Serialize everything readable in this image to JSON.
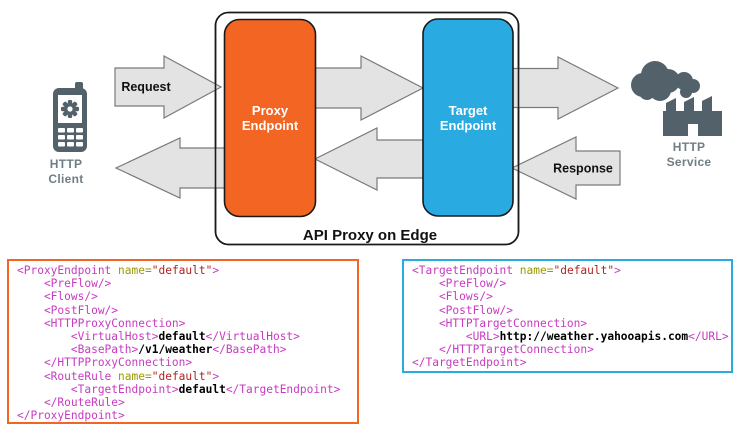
{
  "diagram": {
    "title": "API Proxy on Edge",
    "request_label": "Request",
    "response_label": "Response",
    "proxy_endpoint": {
      "line1": "Proxy",
      "line2": "Endpoint"
    },
    "target_endpoint": {
      "line1": "Target",
      "line2": "Endpoint"
    },
    "http_client": {
      "line1": "HTTP",
      "line2": "Client"
    },
    "http_service": {
      "line1": "HTTP",
      "line2": "Service"
    },
    "icons": {
      "client": "mobile-phone-icon",
      "service": "factory-with-smoke-icon"
    }
  },
  "colors": {
    "proxy_accent": "#F26522",
    "target_accent": "#29ABE2",
    "arrow_fill": "#E3E3E3",
    "arrow_stroke": "#7A7A7A",
    "icon_gray": "#53616B",
    "label_gray": "#6F7D85",
    "code_tag": "#C73BC0",
    "code_attr_name": "#999900",
    "code_string": "#B22222",
    "code_text": "#000000"
  },
  "code_blocks": {
    "proxy_endpoint_xml": {
      "accent_color": "#F26522",
      "lines": [
        [
          [
            "tag",
            "<ProxyEndpoint"
          ],
          [
            "plain",
            " "
          ],
          [
            "attr",
            "name="
          ],
          [
            "str",
            "\"default\""
          ],
          [
            "tag",
            ">"
          ]
        ],
        [
          [
            "tag",
            "    <PreFlow/>"
          ]
        ],
        [
          [
            "tag",
            "    <Flows/>"
          ]
        ],
        [
          [
            "tag",
            "    <PostFlow/>"
          ]
        ],
        [
          [
            "tag",
            "    <HTTPProxyConnection>"
          ]
        ],
        [
          [
            "tag",
            "        <VirtualHost>"
          ],
          [
            "txt",
            "default"
          ],
          [
            "tag",
            "</VirtualHost>"
          ]
        ],
        [
          [
            "tag",
            "        <BasePath>"
          ],
          [
            "txt",
            "/v1/weather"
          ],
          [
            "tag",
            "</BasePath>"
          ]
        ],
        [
          [
            "tag",
            "    </HTTPProxyConnection>"
          ]
        ],
        [
          [
            "tag",
            "    <RouteRule"
          ],
          [
            "plain",
            " "
          ],
          [
            "attr",
            "name="
          ],
          [
            "str",
            "\"default\""
          ],
          [
            "tag",
            ">"
          ]
        ],
        [
          [
            "tag",
            "        <TargetEndpoint>"
          ],
          [
            "txt",
            "default"
          ],
          [
            "tag",
            "</TargetEndpoint>"
          ]
        ],
        [
          [
            "tag",
            "    </RouteRule>"
          ]
        ],
        [
          [
            "tag",
            "</ProxyEndpoint>"
          ]
        ]
      ]
    },
    "target_endpoint_xml": {
      "accent_color": "#29ABE2",
      "lines": [
        [
          [
            "tag",
            "<TargetEndpoint"
          ],
          [
            "plain",
            " "
          ],
          [
            "attr",
            "name="
          ],
          [
            "str",
            "\"default\""
          ],
          [
            "tag",
            ">"
          ]
        ],
        [
          [
            "tag",
            "    <PreFlow/>"
          ]
        ],
        [
          [
            "tag",
            "    <Flows/>"
          ]
        ],
        [
          [
            "tag",
            "    <PostFlow/>"
          ]
        ],
        [
          [
            "tag",
            "    <HTTPTargetConnection>"
          ]
        ],
        [
          [
            "tag",
            "        <URL>"
          ],
          [
            "txt",
            "http://weather.yahooapis.com"
          ],
          [
            "tag",
            "</URL>"
          ]
        ],
        [
          [
            "tag",
            "    </HTTPTargetConnection>"
          ]
        ],
        [
          [
            "tag",
            "</TargetEndpoint>"
          ]
        ]
      ]
    }
  }
}
